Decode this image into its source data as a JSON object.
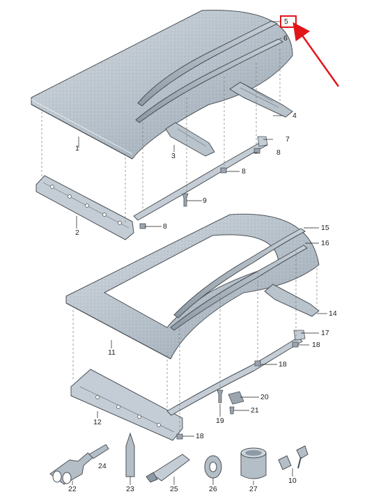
{
  "diagram": {
    "highlight_color": "#e0161b",
    "part_color": "#a9b3bd",
    "labels": {
      "p1": "1",
      "p2": "2",
      "p3": "3",
      "p4": "4",
      "p5": "5",
      "p6": "6",
      "p7": "7",
      "p8a": "8",
      "p8b": "8",
      "p8c": "8",
      "p9": "9",
      "p10": "10",
      "p11": "11",
      "p12": "12",
      "p14": "14",
      "p15": "15",
      "p16": "16",
      "p17": "17",
      "p18a": "18",
      "p18b": "18",
      "p18c": "18",
      "p19": "19",
      "p20": "20",
      "p21": "21",
      "p22": "22",
      "p23": "23",
      "p24": "24",
      "p25": "25",
      "p26": "26",
      "p27": "27"
    },
    "highlighted_part": "5"
  }
}
